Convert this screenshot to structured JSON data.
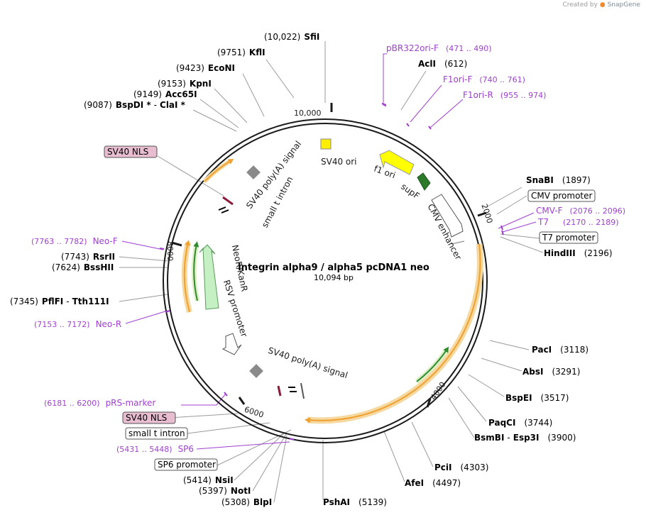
{
  "credit": {
    "prefix": "Created by",
    "brand": "SnapGene"
  },
  "plasmid": {
    "name": "integrin alpha9 / alpha5 pcDNA1 neo",
    "size": "10,094 bp"
  },
  "colors": {
    "enzyme": "#000000",
    "primer": "#a040d0",
    "leader": "#9a9a9a",
    "nls_fill": "#e8bdd0",
    "label_border": "#555555",
    "orange": "#f0a030",
    "orange_glow": "#f5d9a0",
    "green": "#2e8b2e",
    "pale_green": "#c4f0c4",
    "sv40_ori": "#ffee00",
    "f1_ori": "#ffff00",
    "supf": "#2a7a2a",
    "gray_box": "#8a8a8a"
  },
  "ring_ticks": [
    "10,000",
    "2000",
    "4000",
    "6000",
    "8000"
  ],
  "enzymes": [
    {
      "id": "sfii",
      "name": "SfiI",
      "pos": "(10,022)"
    },
    {
      "id": "kfli",
      "name": "KflI",
      "pos": "(9751)"
    },
    {
      "id": "econi",
      "name": "EcoNI",
      "pos": "(9423)"
    },
    {
      "id": "kpni",
      "name": "KpnI",
      "pos": "(9153)"
    },
    {
      "id": "acc65i",
      "name": "Acc65I",
      "pos": "(9149)"
    },
    {
      "id": "bspdi",
      "name": "BspDI *",
      "name2": "ClaI *",
      "pos": "(9087)"
    },
    {
      "id": "acli",
      "name": "AclI",
      "pos": "(612)"
    },
    {
      "id": "snabi",
      "name": "SnaBI",
      "pos": "(1897)"
    },
    {
      "id": "hindiii",
      "name": "HindIII",
      "pos": "(2196)"
    },
    {
      "id": "paci",
      "name": "PacI",
      "pos": "(3118)"
    },
    {
      "id": "absi",
      "name": "AbsI",
      "pos": "(3291)"
    },
    {
      "id": "bspei",
      "name": "BspEI",
      "pos": "(3517)"
    },
    {
      "id": "paqci",
      "name": "PaqCI",
      "pos": "(3744)"
    },
    {
      "id": "bsmbi",
      "name": "BsmBI",
      "name2": "Esp3I",
      "pos": "(3900)"
    },
    {
      "id": "pcii",
      "name": "PciI",
      "pos": "(4303)"
    },
    {
      "id": "afei",
      "name": "AfeI",
      "pos": "(4497)"
    },
    {
      "id": "pshai",
      "name": "PshAI",
      "pos": "(5139)"
    },
    {
      "id": "blpi",
      "name": "BlpI",
      "pos": "(5308)"
    },
    {
      "id": "noti",
      "name": "NotI",
      "pos": "(5397)"
    },
    {
      "id": "nsii",
      "name": "NsiI",
      "pos": "(5414)"
    },
    {
      "id": "bsshii",
      "name": "BssHII",
      "pos": "(7624)"
    },
    {
      "id": "rsrii",
      "name": "RsrII",
      "pos": "(7743)"
    },
    {
      "id": "pflfi",
      "name": "PflFI",
      "name2": "Tth111I",
      "pos": "(7345)"
    }
  ],
  "primers": [
    {
      "id": "pbr322ori-f",
      "name": "pBR322ori-F",
      "range": "(471 .. 490)"
    },
    {
      "id": "f1ori-f",
      "name": "F1ori-F",
      "range": "(740 .. 761)"
    },
    {
      "id": "f1ori-r",
      "name": "F1ori-R",
      "range": "(955 .. 974)"
    },
    {
      "id": "cmv-f",
      "name": "CMV-F",
      "range": "(2076 .. 2096)"
    },
    {
      "id": "t7",
      "name": "T7",
      "range": "(2170 .. 2189)"
    },
    {
      "id": "neo-f",
      "name": "Neo-F",
      "range": "(7763 .. 7782)"
    },
    {
      "id": "neo-r",
      "name": "Neo-R",
      "range": "(7153 .. 7172)"
    },
    {
      "id": "prs-marker",
      "name": "pRS-marker",
      "range": "(6181 .. 6200)"
    },
    {
      "id": "sp6",
      "name": "SP6",
      "range": "(5431 .. 5448)"
    }
  ],
  "boxed_labels": [
    {
      "id": "sv40-nls-top",
      "text": "SV40 NLS",
      "style": "nls"
    },
    {
      "id": "cmv-promoter-box",
      "text": "CMV promoter",
      "style": "plain"
    },
    {
      "id": "t7-promoter-box",
      "text": "T7 promoter",
      "style": "plain"
    },
    {
      "id": "sv40-nls-bottom",
      "text": "SV40 NLS",
      "style": "nls"
    },
    {
      "id": "small-t-intron-box",
      "text": "small t intron",
      "style": "plain"
    },
    {
      "id": "sp6-promoter-box",
      "text": "SP6 promoter",
      "style": "plain"
    }
  ],
  "features": [
    {
      "id": "sv40-ori",
      "text": "SV40 ori"
    },
    {
      "id": "f1-ori",
      "text": "f1 ori"
    },
    {
      "id": "supf",
      "text": "supF"
    },
    {
      "id": "cmv-enhancer",
      "text": "CMV enhancer"
    },
    {
      "id": "sv40-polya-top",
      "text": "SV40 poly(A) signal"
    },
    {
      "id": "small-t-intron-top",
      "text": "small t intron"
    },
    {
      "id": "neokanr",
      "text": "NeoR/KanR"
    },
    {
      "id": "rsv-promoter",
      "text": "RSV promoter"
    },
    {
      "id": "sv40-polya-bottom",
      "text": "SV40 poly(A) signal"
    }
  ]
}
